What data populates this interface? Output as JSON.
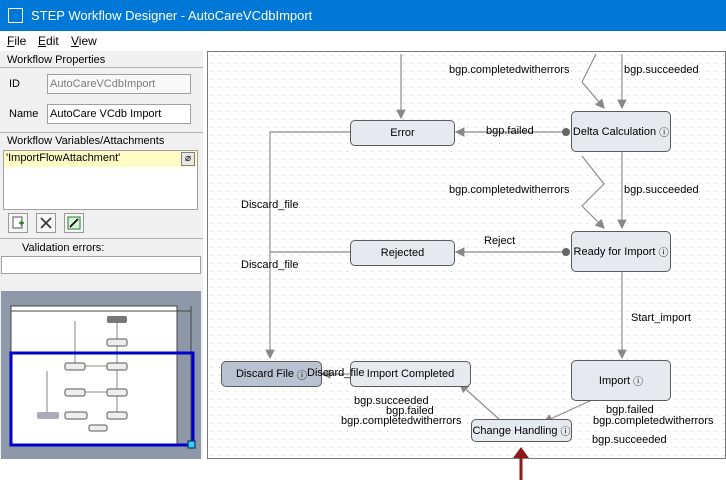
{
  "window": {
    "title": "STEP Workflow Designer - AutoCareVCdbImport"
  },
  "menu": [
    {
      "label": "File",
      "u": "F",
      "rest": "ile"
    },
    {
      "label": "Edit",
      "u": "E",
      "rest": "dit"
    },
    {
      "label": "View",
      "u": "V",
      "rest": "iew"
    }
  ],
  "properties": {
    "title": "Workflow Properties",
    "id_label": "ID",
    "id_value": "AutoCareVCdbImport",
    "name_label": "Name",
    "name_value": "AutoCare VCdb Import"
  },
  "variables": {
    "title": "Workflow Variables/Attachments",
    "rows": [
      "'ImportFlowAttachment'"
    ]
  },
  "toolbar": {
    "add": "add-icon",
    "delete": "delete-icon",
    "edit": "edit-icon"
  },
  "validation": {
    "title": "Validation errors:"
  },
  "workflow": {
    "nodes": {
      "error": "Error",
      "delta": "Delta Calculation",
      "rejected": "Rejected",
      "ready": "Ready for Import",
      "discard": "Discard File",
      "completed": "Import Completed",
      "import": "Import",
      "change": "Change Handling"
    },
    "info_glyph": "ⓘ",
    "labels": {
      "completedwitherrors_top": "bgp.completedwitherrors",
      "succeeded_top": "bgp.succeeded",
      "failed_error": "bgp.failed",
      "completedwitherrors_mid": "bgp.completedwitherrors",
      "succeeded_mid": "bgp.succeeded",
      "discard_1": "Discard_file",
      "reject": "Reject",
      "discard_2": "Discard_file",
      "start_import": "Start_import",
      "discard_3": "Discard_file",
      "ch_succeeded": "bgp.succeeded",
      "ch_failed": "bgp.failed",
      "ch_completedwitherrors": "bgp.completedwitherrors",
      "imp_failed": "bgp.failed",
      "imp_completedwitherrors": "bgp.completedwitherrors",
      "imp_succeeded": "bgp.succeeded"
    }
  },
  "colors": {
    "titlebar": "#0078d7",
    "highlight": "#fffbc4",
    "viewport": "#0000cc",
    "annotation_arrow": "#8b1a1a"
  }
}
